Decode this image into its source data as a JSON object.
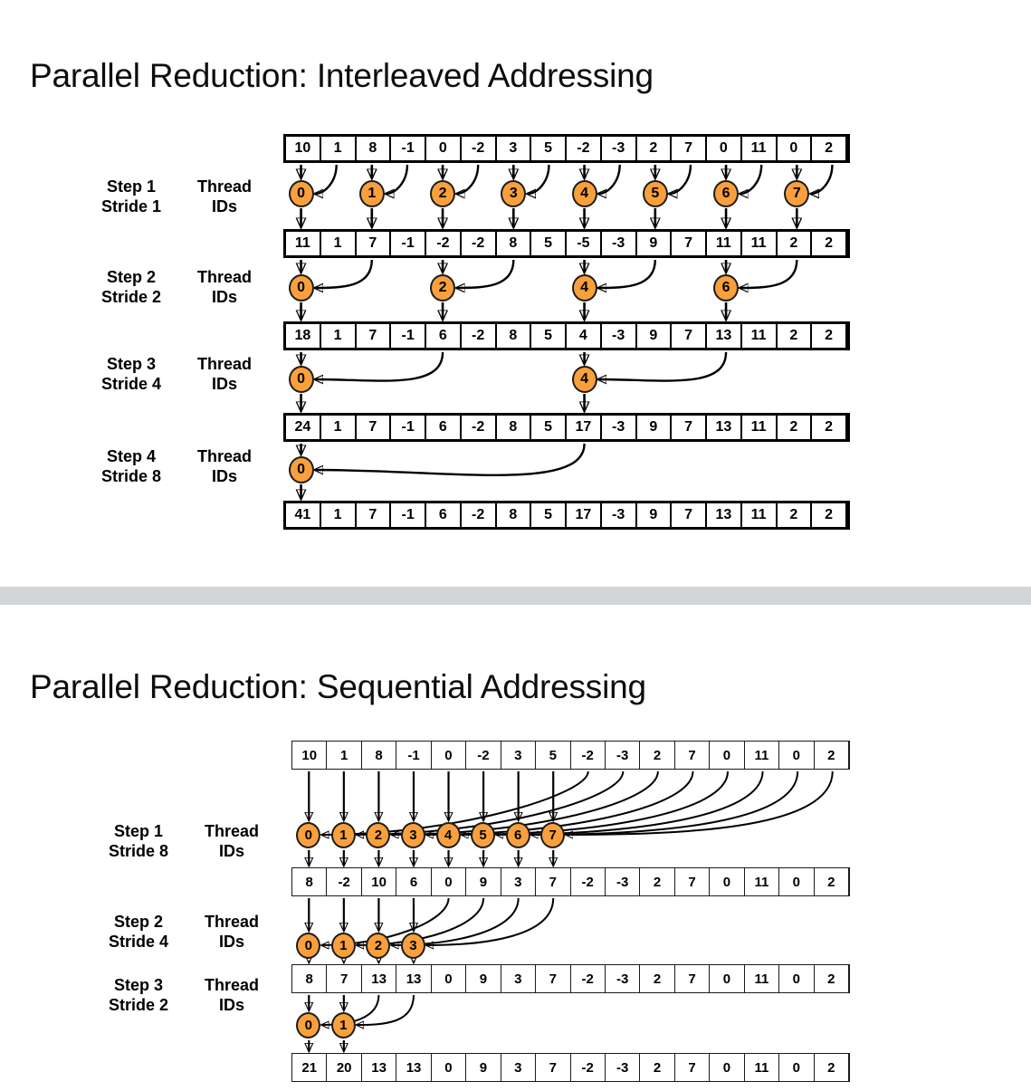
{
  "slides": [
    {
      "title": "Parallel Reduction: Interleaved Addressing",
      "steps": [
        {
          "step": "Step 1",
          "stride": "Stride 1",
          "thread": "Thread",
          "ids": "IDs",
          "tids": [
            0,
            1,
            2,
            3,
            4,
            5,
            6,
            7
          ]
        },
        {
          "step": "Step 2",
          "stride": "Stride 2",
          "thread": "Thread",
          "ids": "IDs",
          "tids": [
            0,
            2,
            4,
            6
          ]
        },
        {
          "step": "Step 3",
          "stride": "Stride 4",
          "thread": "Thread",
          "ids": "IDs",
          "tids": [
            0,
            4
          ]
        },
        {
          "step": "Step 4",
          "stride": "Stride 8",
          "thread": "Thread",
          "ids": "IDs",
          "tids": [
            0
          ]
        }
      ],
      "rows": [
        [
          10,
          1,
          8,
          -1,
          0,
          -2,
          3,
          5,
          -2,
          -3,
          2,
          7,
          0,
          11,
          0,
          2
        ],
        [
          11,
          1,
          7,
          -1,
          -2,
          -2,
          8,
          5,
          -5,
          -3,
          9,
          7,
          11,
          11,
          2,
          2
        ],
        [
          18,
          1,
          7,
          -1,
          6,
          -2,
          8,
          5,
          4,
          -3,
          9,
          7,
          13,
          11,
          2,
          2
        ],
        [
          24,
          1,
          7,
          -1,
          6,
          -2,
          8,
          5,
          17,
          -3,
          9,
          7,
          13,
          11,
          2,
          2
        ],
        [
          41,
          1,
          7,
          -1,
          6,
          -2,
          8,
          5,
          17,
          -3,
          9,
          7,
          13,
          11,
          2,
          2
        ]
      ]
    },
    {
      "title": "Parallel Reduction: Sequential Addressing",
      "steps": [
        {
          "step": "Step 1",
          "stride": "Stride 8",
          "thread": "Thread",
          "ids": "IDs",
          "tids": [
            0,
            1,
            2,
            3,
            4,
            5,
            6,
            7
          ]
        },
        {
          "step": "Step 2",
          "stride": "Stride 4",
          "thread": "Thread",
          "ids": "IDs",
          "tids": [
            0,
            1,
            2,
            3
          ]
        },
        {
          "step": "Step 3",
          "stride": "Stride 2",
          "thread": "Thread",
          "ids": "IDs",
          "tids": [
            0,
            1
          ]
        }
      ],
      "rows": [
        [
          10,
          1,
          8,
          -1,
          0,
          -2,
          3,
          5,
          -2,
          -3,
          2,
          7,
          0,
          11,
          0,
          2
        ],
        [
          8,
          -2,
          10,
          6,
          0,
          9,
          3,
          7,
          -2,
          -3,
          2,
          7,
          0,
          11,
          0,
          2
        ],
        [
          8,
          7,
          13,
          13,
          0,
          9,
          3,
          7,
          -2,
          -3,
          2,
          7,
          0,
          11,
          0,
          2
        ],
        [
          21,
          20,
          13,
          13,
          0,
          9,
          3,
          7,
          -2,
          -3,
          2,
          7,
          0,
          11,
          0,
          2
        ]
      ]
    }
  ],
  "colors": {
    "thread_circle": "#F9A03C",
    "divider_band": "#d4d5d9",
    "line": "#000000"
  }
}
